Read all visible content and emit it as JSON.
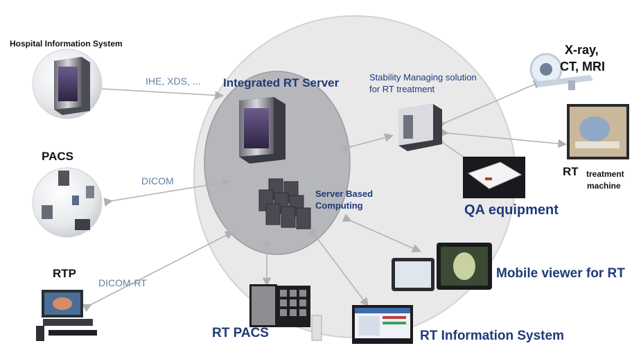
{
  "labels": {
    "his": "Hospital Information System",
    "pacs": "PACS",
    "rtp": "RTP",
    "integrated": "Integrated RT Server",
    "server_based_1": "Server Based",
    "server_based_2": "Computing",
    "stability_1": "Stability Managing solution",
    "stability_2": "for RT treatment",
    "xray_1": "X-ray,",
    "xray_2": "CT,  MRI",
    "rt_machine_1": "RT",
    "rt_machine_1b": "treatment",
    "rt_machine_2": "machine",
    "qa": "QA equipment",
    "mobile": "Mobile viewer for RT",
    "rt_pacs": "RT PACS",
    "rt_info": "RT Information System"
  },
  "links": {
    "ihe": "IHE, XDS, ...",
    "dicom": "DICOM",
    "dicom_rt": "DICOM-RT"
  },
  "colors": {
    "outer_circle": "#e9e9ea",
    "inner_ellipse": "#b6b7bb",
    "label_navy": "#1e3a78",
    "link_gray": "#5f7fa6"
  }
}
